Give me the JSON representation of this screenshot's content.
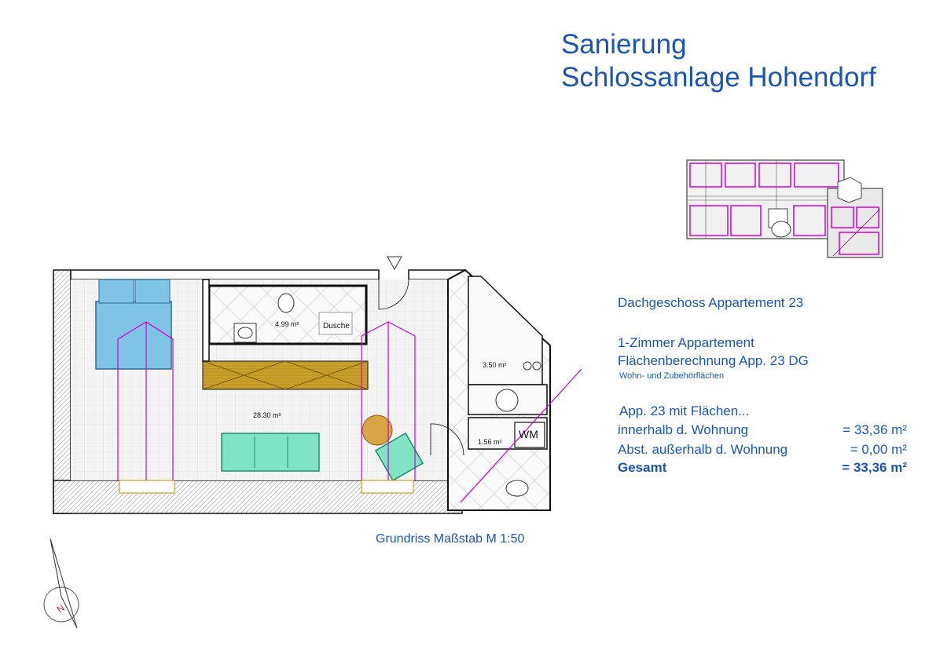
{
  "header": {
    "title_line1": "Sanierung",
    "title_line2": "Schlossanlage Hohendorf"
  },
  "info": {
    "heading": "Dachgeschoss Appartement 23",
    "type": "1-Zimmer Appartement",
    "calc": "Flächenberechnung App. 23 DG",
    "subtitle": "Wohn- und Zubehörflächen",
    "intro": "App. 23 mit Flächen...",
    "rows": [
      {
        "label": "innerhalb d. Wohnung",
        "value": "= 33,36 m²"
      },
      {
        "label": "Abst. außerhalb d. Wohnung",
        "value": "=   0,00 m²"
      },
      {
        "label": "Gesamt",
        "value": "= 33,36 m²"
      }
    ]
  },
  "plan": {
    "area_bath": "4.99 m²",
    "label_dusche": "Dusche",
    "area_main": "28.30 m²",
    "area_kitchen": "3.50 m²",
    "area_hall": "1.56 m²",
    "label_wm": "WM",
    "scale_caption": "Grundriss Maßstab M 1:50"
  },
  "colors": {
    "title": "#1a56b0",
    "wall": "#111111",
    "floor_tile": "#dedede",
    "bed": "#7fc4e6",
    "sofa": "#7fe3c4",
    "shelf": "#c8a02a",
    "magenta": "#d400d4"
  }
}
